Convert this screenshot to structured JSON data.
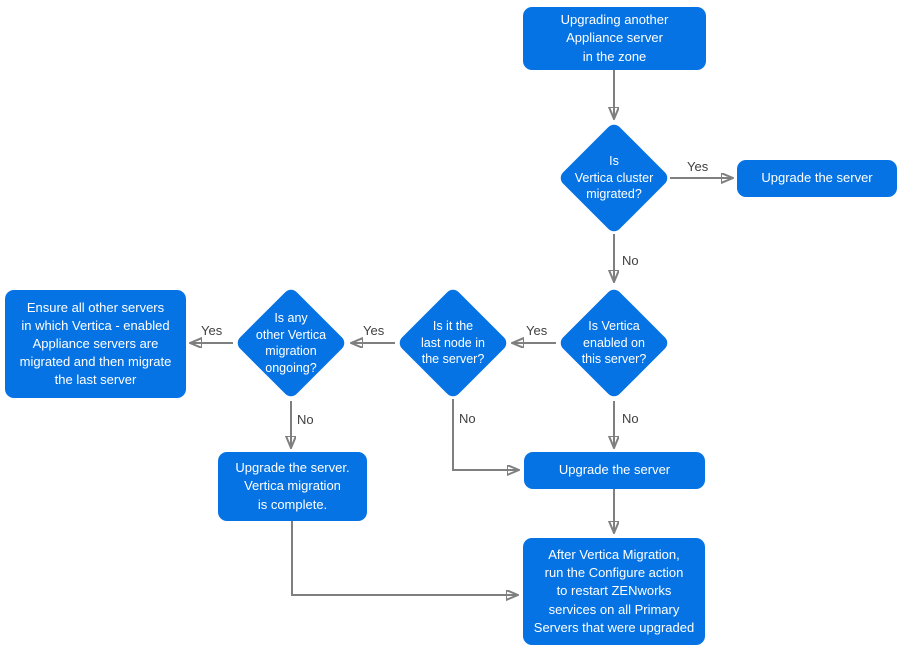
{
  "diagram": {
    "type": "flowchart",
    "colors": {
      "node_fill": "#0673e4",
      "node_text": "#ffffff",
      "connector": "#7f7f7f",
      "branch_label_text": "#404040",
      "background": "#ffffff"
    },
    "nodes": {
      "start": {
        "type": "process",
        "text": "Upgrading another\nAppliance server\nin the zone"
      },
      "is_cluster_migrated": {
        "type": "decision",
        "text": "Is\nVertica cluster\nmigrated?"
      },
      "upgrade_server_right": {
        "type": "process",
        "text": "Upgrade the server"
      },
      "is_vertica_enabled": {
        "type": "decision",
        "text": "Is Vertica\nenabled on\nthis server?"
      },
      "is_last_node": {
        "type": "decision",
        "text": "Is it the\nlast node in\nthe server?"
      },
      "is_other_migration_ongoing": {
        "type": "decision",
        "text": "Is any\nother Vertica\nmigration\nongoing?"
      },
      "ensure_other_servers": {
        "type": "process",
        "text": "Ensure all other servers\nin which Vertica - enabled\nAppliance servers are\nmigrated and then migrate\nthe last server"
      },
      "upgrade_complete": {
        "type": "process",
        "text": "Upgrade the server.\nVertica migration\nis complete."
      },
      "upgrade_server_mid": {
        "type": "process",
        "text": "Upgrade the server"
      },
      "after_migration": {
        "type": "process",
        "text": "After Vertica Migration,\nrun the Configure action\nto restart ZENworks\nservices on all Primary\nServers that were upgraded"
      }
    },
    "branch_labels": {
      "yes": "Yes",
      "no": "No"
    }
  }
}
